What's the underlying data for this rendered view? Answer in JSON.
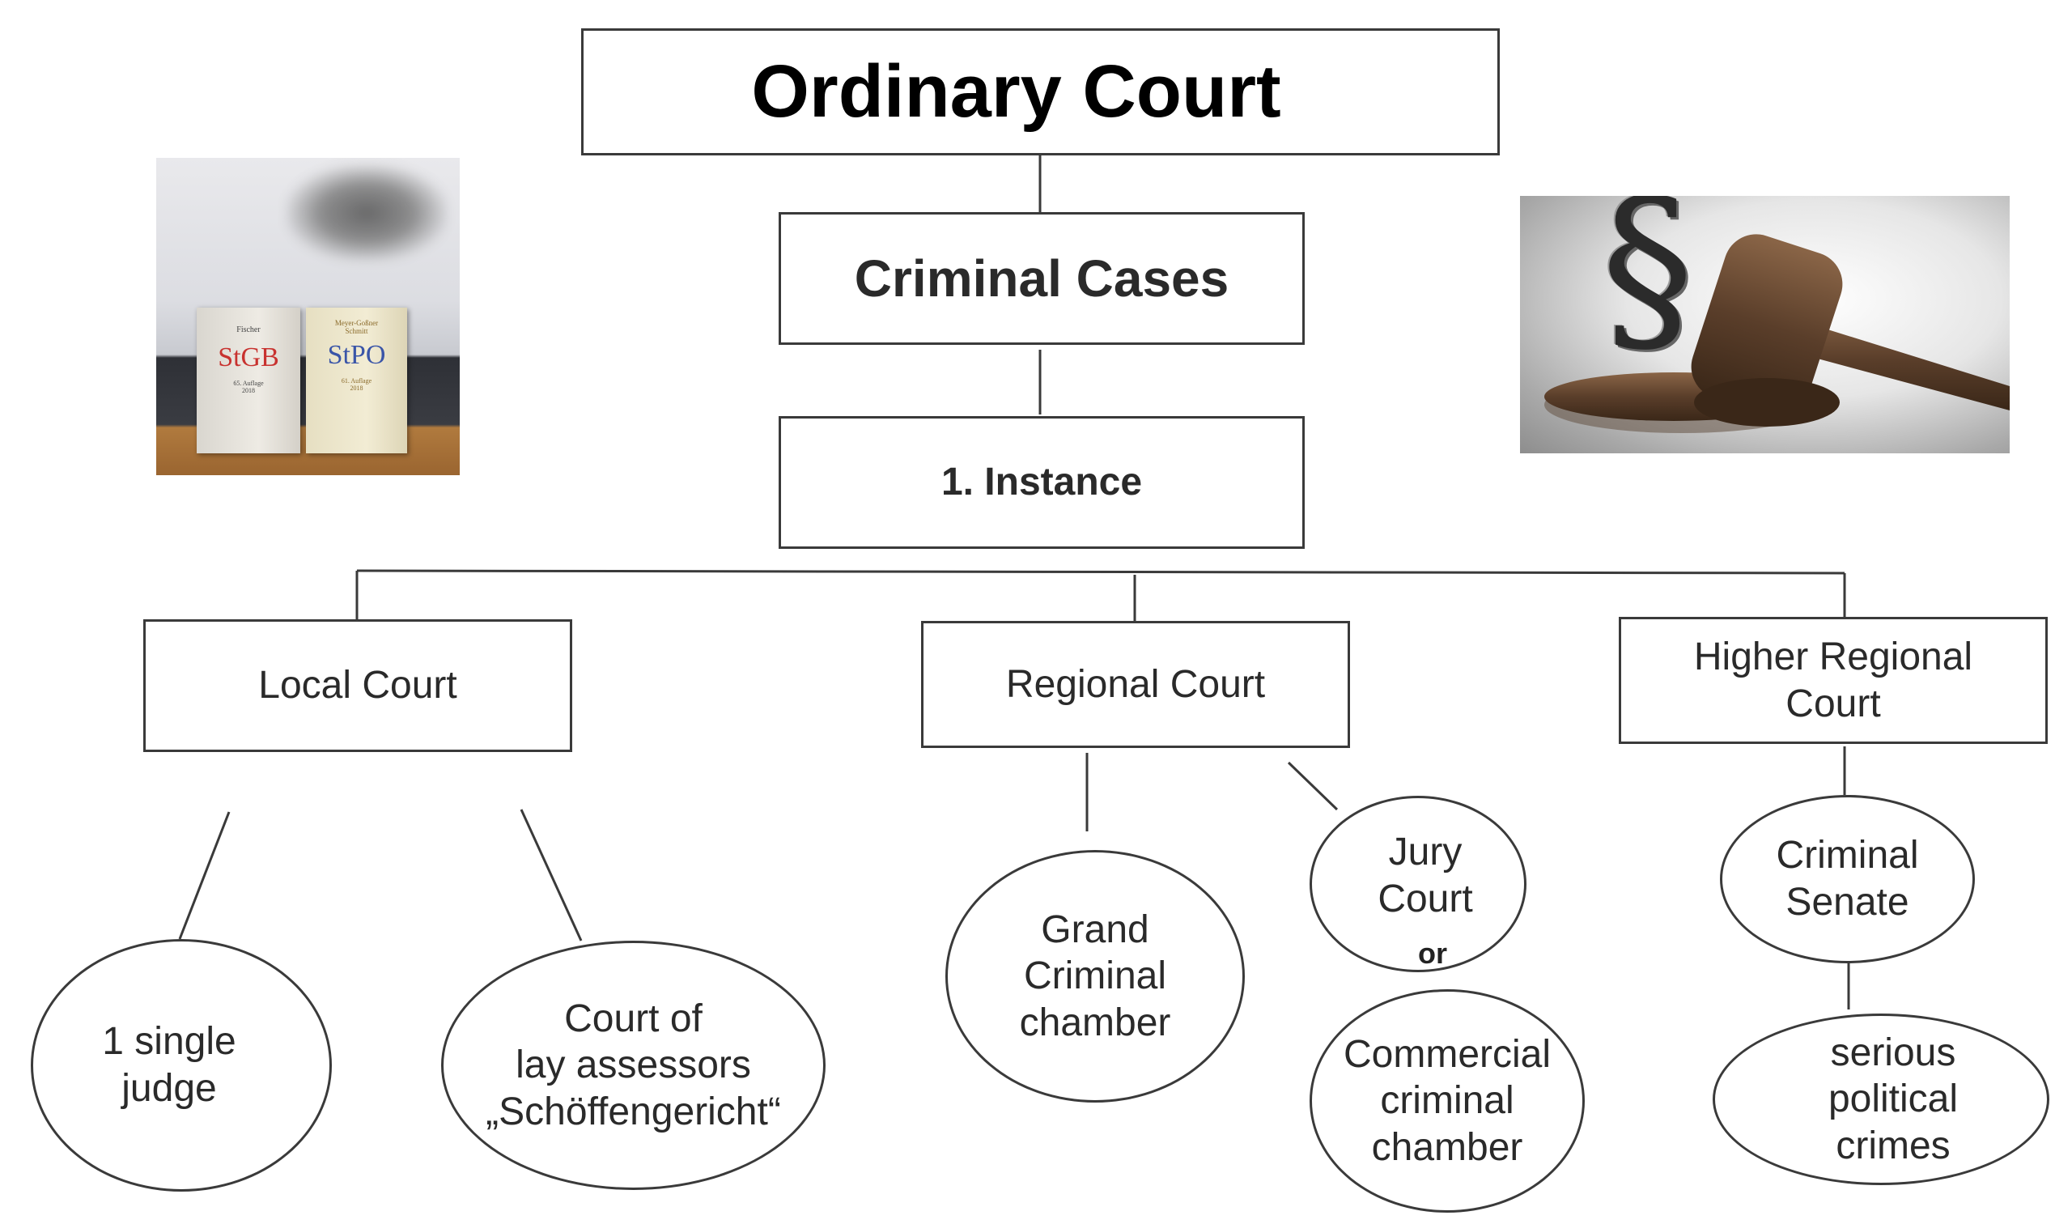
{
  "title": "Ordinary Court",
  "category": "Criminal Cases",
  "instance": "1. Instance",
  "courts": {
    "local": "Local Court",
    "regional": "Regional Court",
    "higher": "Higher Regional\nCourt"
  },
  "leaves": {
    "single_judge": "1 single\njudge",
    "lay_assessors": "Court of\nlay assessors\n„Schöffengericht“",
    "grand_criminal": "Grand\nCriminal\nchamber",
    "jury_court": "Jury\nCourt",
    "or": "or",
    "commercial": "Commercial\ncriminal\nchamber",
    "criminal_senate": "Criminal\nSenate",
    "political": "serious\npolitical\ncrimes"
  },
  "book_left": {
    "author": "Fischer",
    "code": "StGB",
    "edition": "65. Auflage\n2018"
  },
  "book_right": {
    "author": "Meyer-Goßner\nSchmitt",
    "code": "StPO",
    "edition": "61. Auflage\n2018"
  },
  "gavel_symbol": "§",
  "colors": {
    "border": "#3a3a3a",
    "stgb_red": "#c8322f",
    "stpo_blue": "#3a55a8"
  }
}
